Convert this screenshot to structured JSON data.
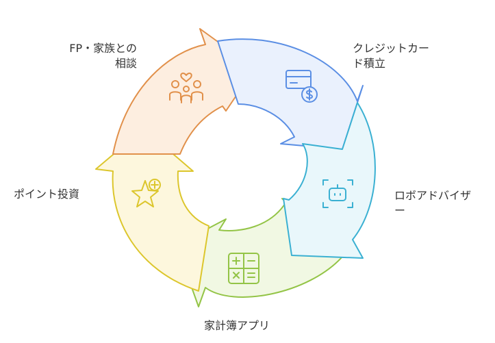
{
  "cycle": {
    "steps": [
      {
        "id": "credit",
        "lines": [
          "クレジットカー",
          "ド積立"
        ],
        "icon": "credit-card-dollar-icon",
        "fill": "#eaf1fd",
        "stroke": "#5a8ee4"
      },
      {
        "id": "robo",
        "lines": [
          "ロボアドバイザ",
          "ー"
        ],
        "icon": "robot-icon",
        "fill": "#e9f7fb",
        "stroke": "#3ab0d2"
      },
      {
        "id": "kakeibo",
        "lines": [
          "家計簿アプリ"
        ],
        "icon": "calculator-icon",
        "fill": "#f1f8e3",
        "stroke": "#93c446"
      },
      {
        "id": "point",
        "lines": [
          "ポイント投資"
        ],
        "icon": "star-plus-icon",
        "fill": "#fdf7dd",
        "stroke": "#dcc62c"
      },
      {
        "id": "fp",
        "lines": [
          "FP・家族との",
          "相談"
        ],
        "icon": "family-heart-icon",
        "fill": "#fdeee0",
        "stroke": "#e1904a"
      }
    ]
  }
}
